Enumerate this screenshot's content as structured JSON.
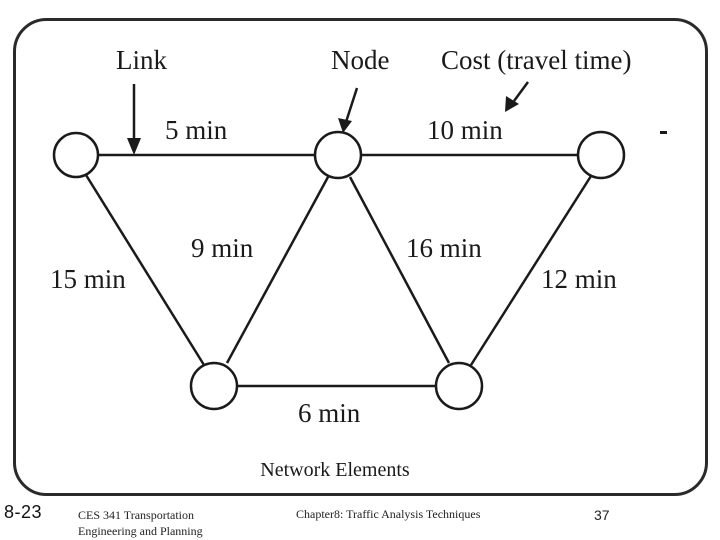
{
  "diagram": {
    "callouts": {
      "link": "Link",
      "node": "Node",
      "cost": "Cost (travel time)"
    },
    "edge_labels": {
      "top_left": "5 min",
      "top_right": "10 min",
      "left_outer": "15 min",
      "left_inner": "9 min",
      "right_inner": "16 min",
      "right_outer": "12 min",
      "bottom": "6 min"
    },
    "caption": "Network Elements"
  },
  "footer": {
    "slide_number": "8-23",
    "course_line1": "CES 341 Transportation",
    "course_line2": "Engineering and Planning",
    "chapter": "Chapter8: Traffic Analysis Techniques",
    "page": "37"
  },
  "colors": {
    "stroke": "#1a1a1a",
    "frame": "#2a2a2a",
    "background": "#ffffff"
  }
}
